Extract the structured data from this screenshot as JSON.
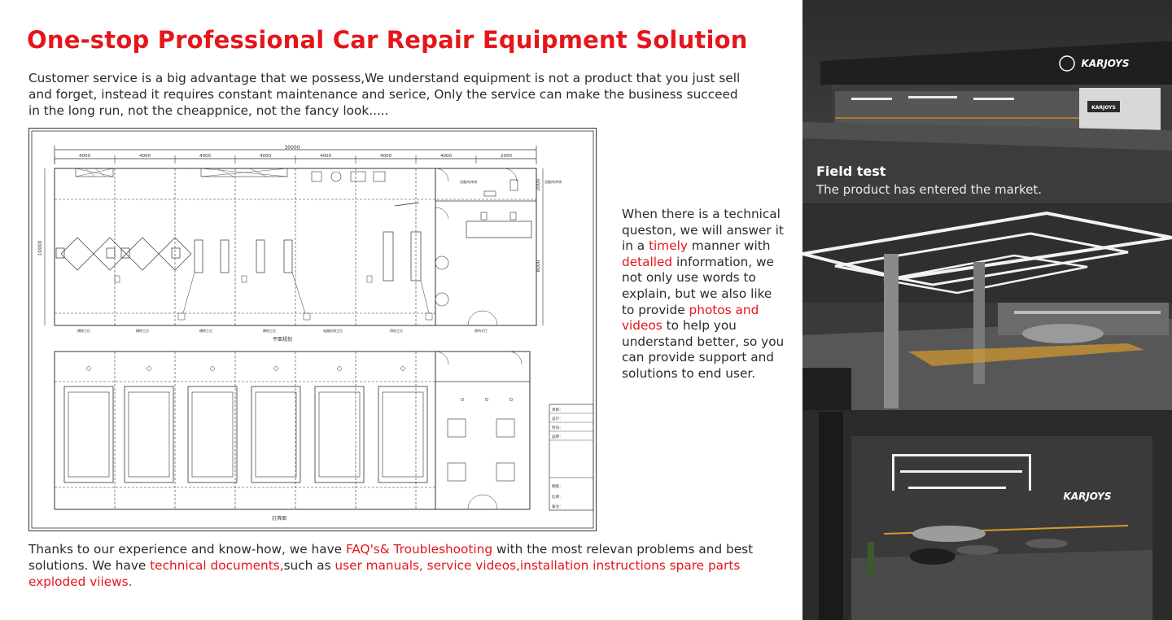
{
  "title": "One-stop Professional Car Repair Equipment Solution",
  "intro": "Customer service is a big advantage that we possess,We understand equipment is not a product that you just sell and forget, instead it requires constant maintenance and serice, Only the service can make the business succeed in the long run, not the cheappnice, not the fancy look.....",
  "floor_plan": {
    "total_width": "30000",
    "segments": [
      "4000",
      "4000",
      "4000",
      "4000",
      "4000",
      "4000",
      "4000",
      "2000"
    ],
    "left_dim": "10000",
    "right_dims": [
      "2000",
      "8000"
    ],
    "plan_title": "平面规划",
    "lighting_title": "灯具图",
    "room_labels": [
      "设备间/库房",
      "设备间/库房"
    ],
    "bay_labels": [
      "横修工位",
      "横修工位",
      "横修工位",
      "横修工位",
      "电器检测工位",
      "四轮工位",
      "接待大厅"
    ],
    "info_labels": [
      "项目：",
      "设计：",
      "时间：",
      "品牌：",
      "图纸：",
      "比例：",
      "备注："
    ]
  },
  "side": {
    "p1": "When there is a technical queston, we will answer it in a",
    "r1": "timely",
    "p2": " manner with",
    "r2": "detalled",
    "p3": " information, we not only use words to explain, but we also like to provide",
    "r3": "photos and videos",
    "p4": " to help you understand better, so you can provide support and solutions to end user."
  },
  "bottom": {
    "p1": "Thanks to our experience and know-how, we have",
    "r1": "FAQ's& Troubleshooting",
    "p2": " with the most relevan problems and best solutions. We have",
    "r2": "technical documents,",
    "p3": "such as",
    "r3": "user manuals, service videos,installation instructions spare parts exploded viiews."
  },
  "field_test": {
    "title": "Field test",
    "subtitle": "The product has entered the market."
  },
  "brand": "KARJOYS",
  "colors": {
    "accent": "#e5161b",
    "text": "#2b2b2b",
    "dark_panel": "#2a2a2a"
  }
}
